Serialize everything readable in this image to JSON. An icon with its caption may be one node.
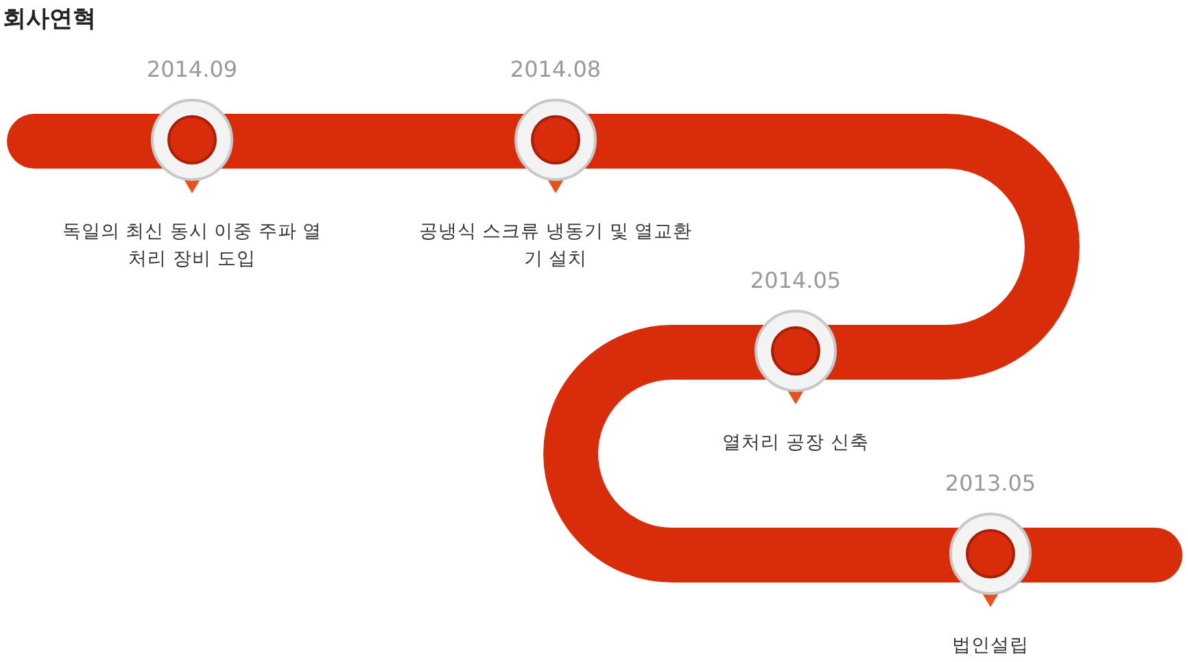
{
  "diagram": {
    "title": "회사연혁",
    "nodes": [
      {
        "text": [
          "2014.09",
          "독일의 최신 동시 이중 주파 열처리 장비 도입"
        ]
      },
      {
        "text": [
          "2014.08",
          "공냉식 스크류 냉동기 및 열교환기 설치"
        ]
      },
      {
        "text": [
          "2014.05",
          "열처리 공장 신축"
        ]
      },
      {
        "text": [
          "2013.05",
          "법인설립"
        ]
      }
    ],
    "edges": []
  }
}
